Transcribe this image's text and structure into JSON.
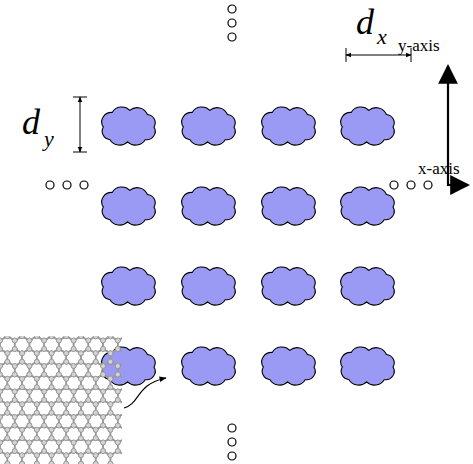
{
  "diagram": {
    "labels": [
      "d",
      "y",
      "d",
      "x",
      "y-axis",
      "x-axis"
    ]
  }
}
